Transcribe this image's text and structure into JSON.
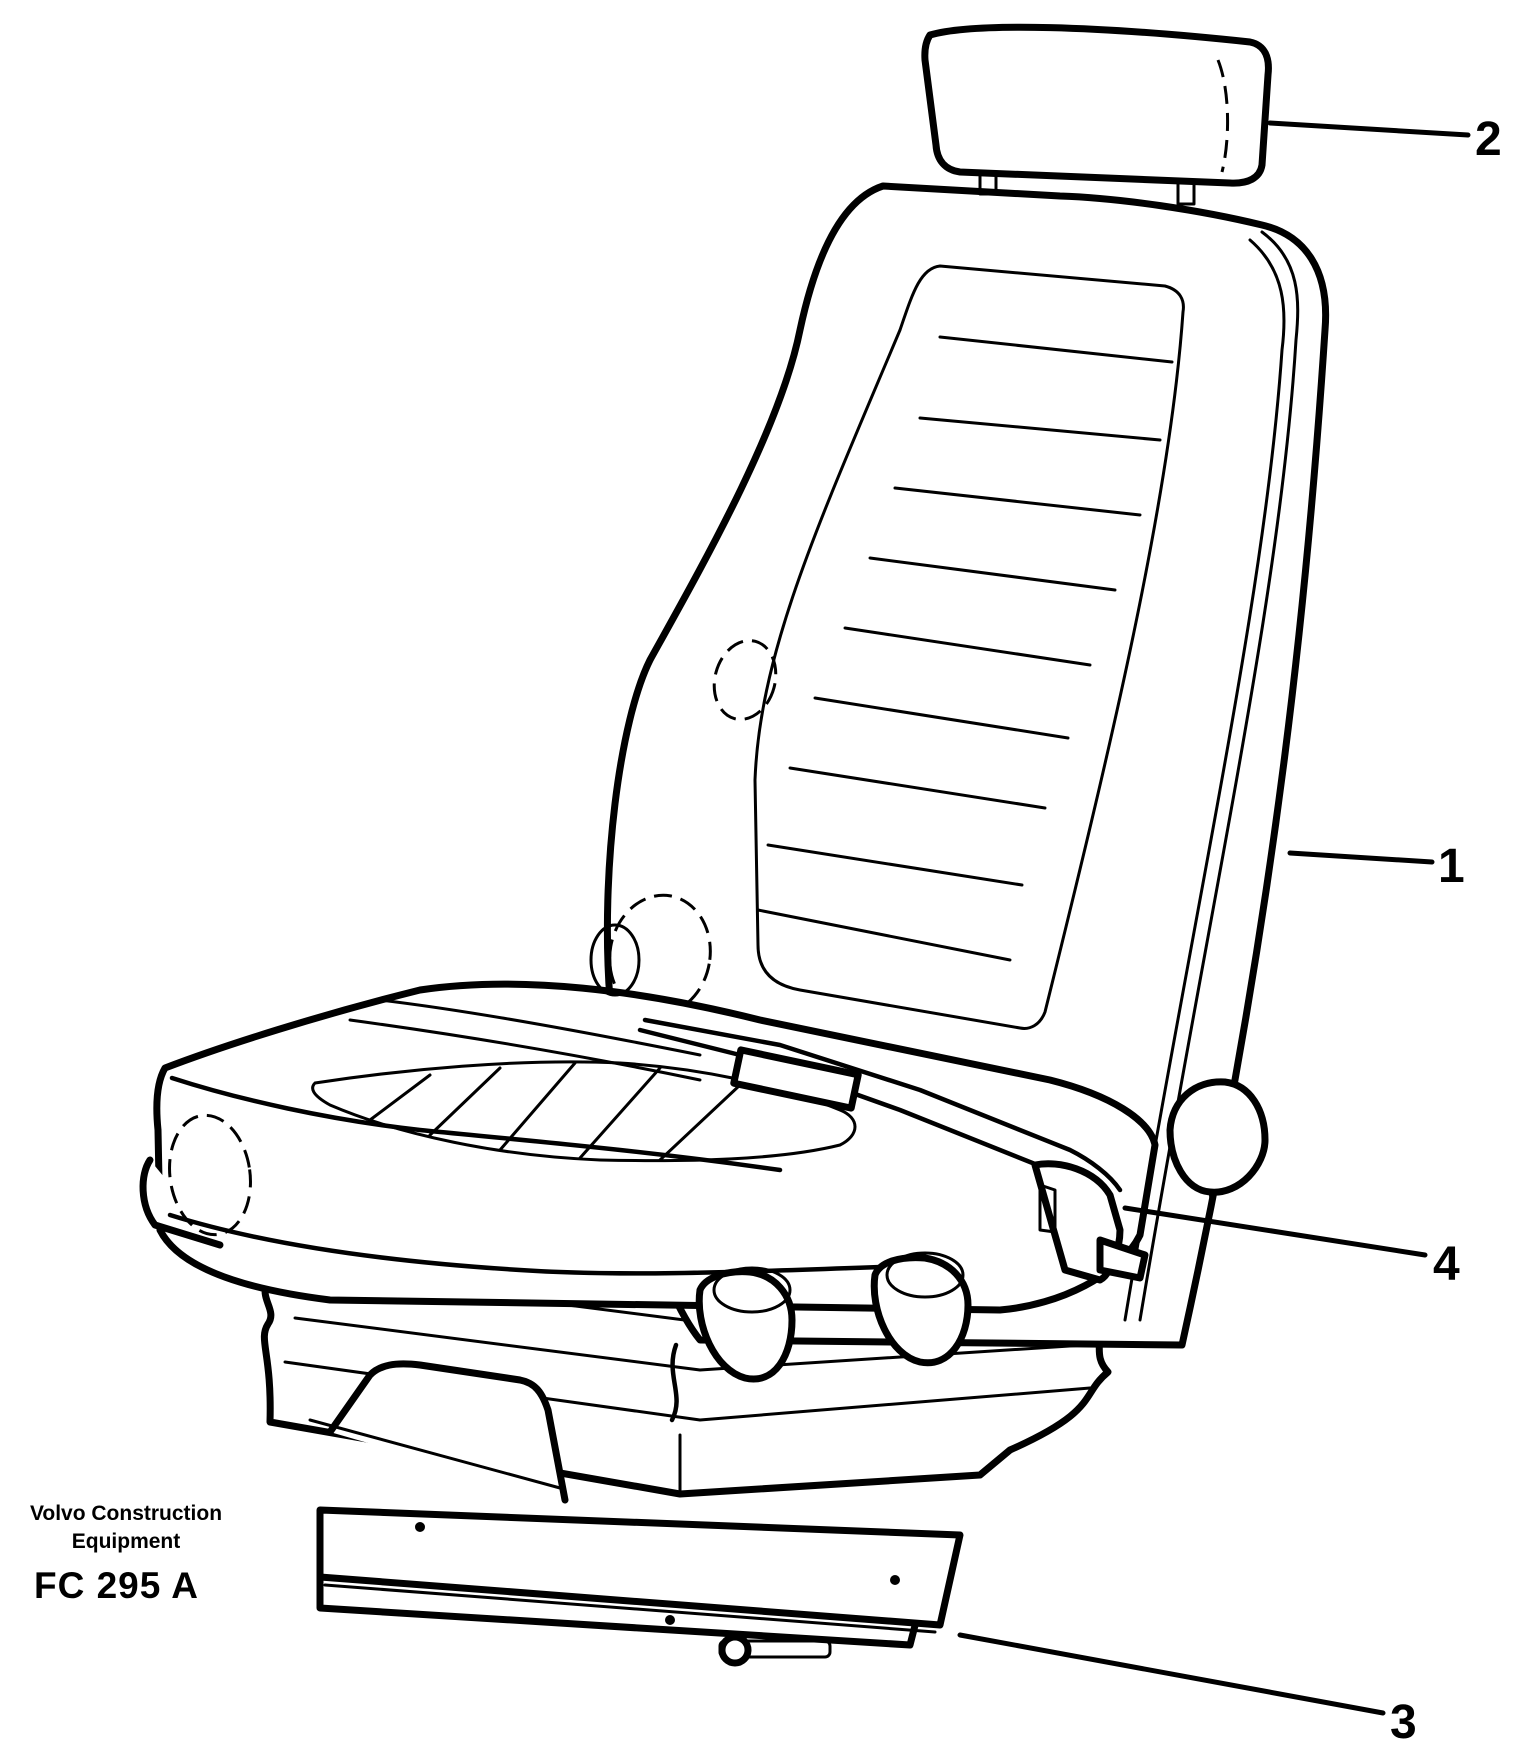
{
  "callouts": {
    "c1": "1",
    "c2": "2",
    "c3": "3",
    "c4": "4"
  },
  "brand": {
    "line1": "Volvo Construction",
    "line2": "Equipment"
  },
  "figure_code": "FC 295 A"
}
